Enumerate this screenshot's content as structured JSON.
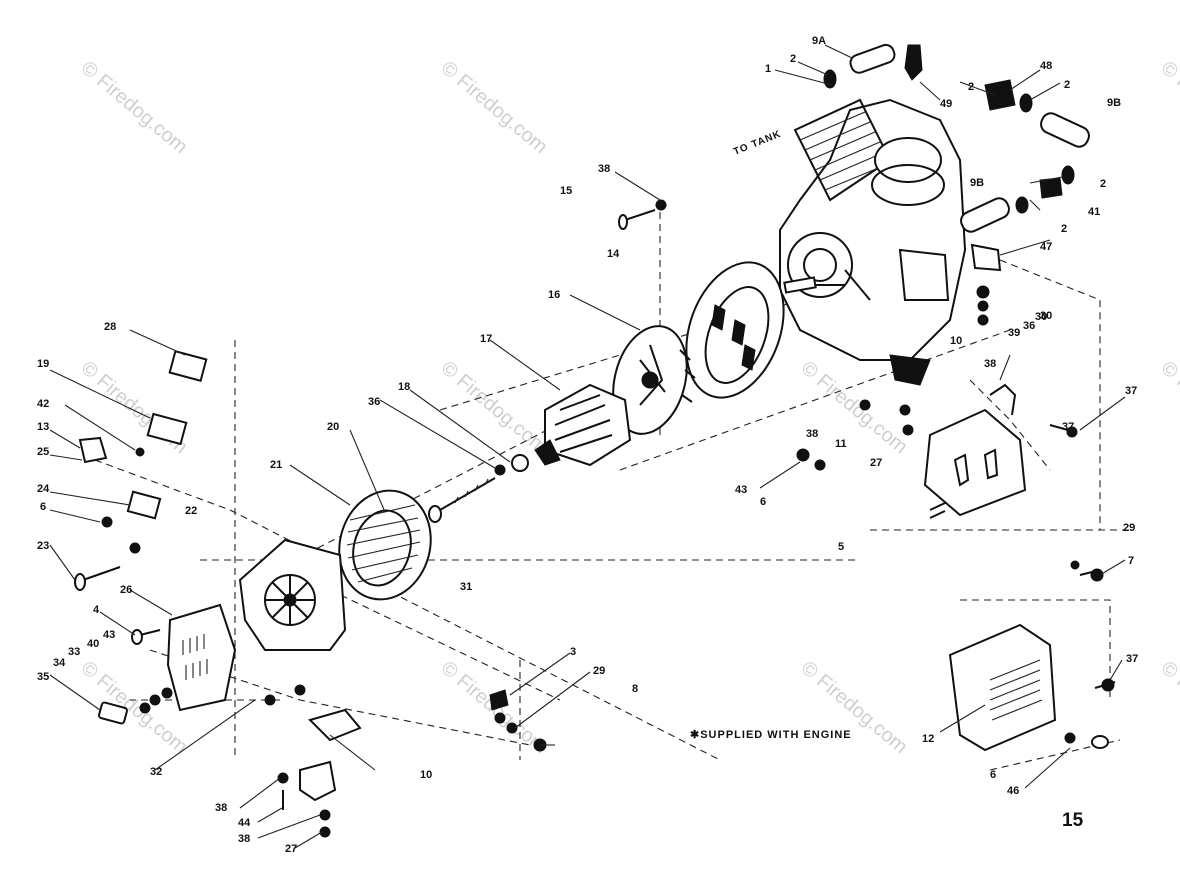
{
  "watermark": "© Firedog.com",
  "figure_number": "15",
  "note": "✱SUPPLIED WITH ENGINE",
  "fuel_line_label": "TO TANK",
  "callouts": [
    "1",
    "2",
    "9A",
    "2",
    "49",
    "48",
    "2",
    "9B",
    "9B",
    "2",
    "2",
    "41",
    "47",
    "38",
    "15",
    "14",
    "16",
    "17",
    "18",
    "36",
    "20",
    "21",
    "28",
    "19",
    "42",
    "13",
    "25",
    "24",
    "6",
    "22",
    "23",
    "26",
    "4",
    "33",
    "40",
    "43",
    "34",
    "35",
    "32",
    "31",
    "3",
    "29",
    "8",
    "10",
    "38",
    "44",
    "38",
    "27",
    "30",
    "39",
    "36",
    "30",
    "10",
    "38",
    "11",
    "27",
    "38",
    "43",
    "6",
    "37",
    "5",
    "29",
    "7",
    "12",
    "37",
    "6",
    "46",
    "37"
  ]
}
